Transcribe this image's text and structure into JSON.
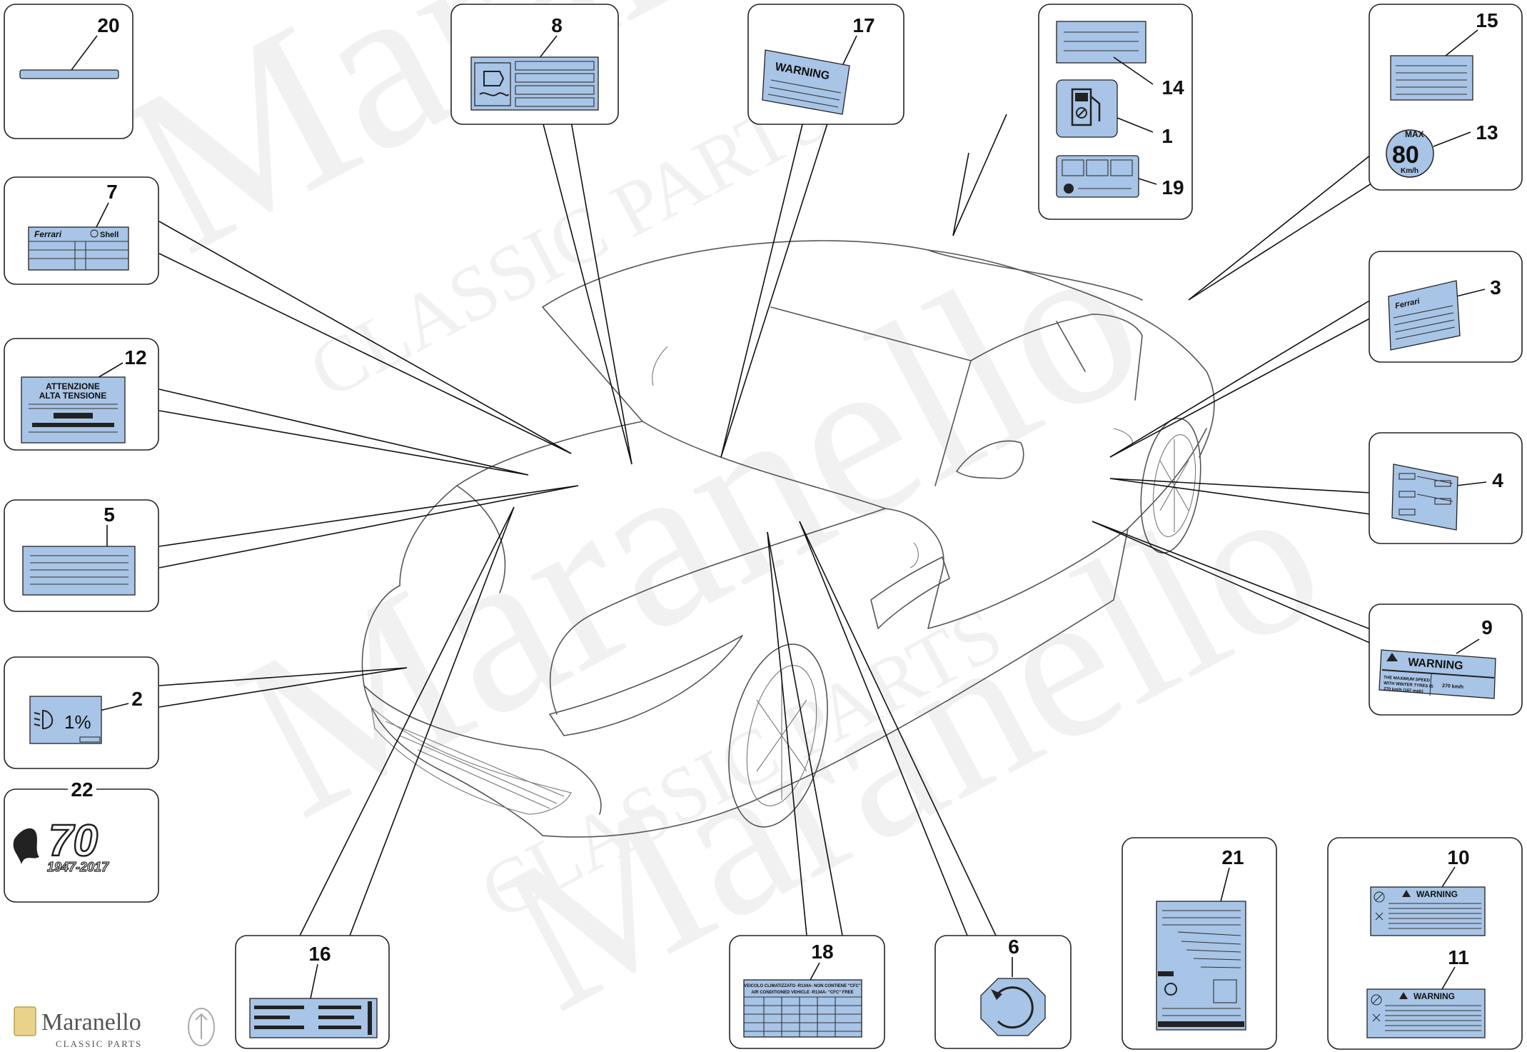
{
  "watermark": {
    "brand": "Maranello",
    "sub": "CLASSIC PARTS"
  },
  "logo": {
    "name": "Maranello",
    "tagline": "CLASSIC PARTS"
  },
  "callouts": [
    {
      "id": "1"
    },
    {
      "id": "2"
    },
    {
      "id": "3"
    },
    {
      "id": "4"
    },
    {
      "id": "5"
    },
    {
      "id": "6"
    },
    {
      "id": "7"
    },
    {
      "id": "8"
    },
    {
      "id": "9"
    },
    {
      "id": "10"
    },
    {
      "id": "11"
    },
    {
      "id": "12"
    },
    {
      "id": "13"
    },
    {
      "id": "14"
    },
    {
      "id": "15"
    },
    {
      "id": "16"
    },
    {
      "id": "17"
    },
    {
      "id": "18"
    },
    {
      "id": "19"
    },
    {
      "id": "20"
    },
    {
      "id": "21"
    },
    {
      "id": "22"
    }
  ],
  "labels": {
    "label_17": "WARNING",
    "label_7_shell": "Shell",
    "label_12_line1": "ATTENZIONE",
    "label_12_line2": "ALTA TENSIONE",
    "label_2": "1%",
    "label_13_max": "MAX",
    "label_13_speed": "80",
    "label_13_unit": "Km/h",
    "label_9_title": "WARNING",
    "label_9_line1": "THE MAXIMUM SPEED",
    "label_9_line2": "WITH WINTER TYRES IS",
    "label_9_line3": "270 km/h (167 mph)",
    "label_9_right": "270 km/h",
    "label_10_title": "WARNING",
    "label_11_title": "WARNING",
    "label_18_line1": "VEICOLO CLIMATIZZATO -R134A- NON CONTIENE \"CFC\"",
    "label_18_line2": "AIR CONDITIONED VEHICLE -R134A- \"CFC\" FREE",
    "label_22_number": "70",
    "label_22_years": "1947-2017"
  }
}
